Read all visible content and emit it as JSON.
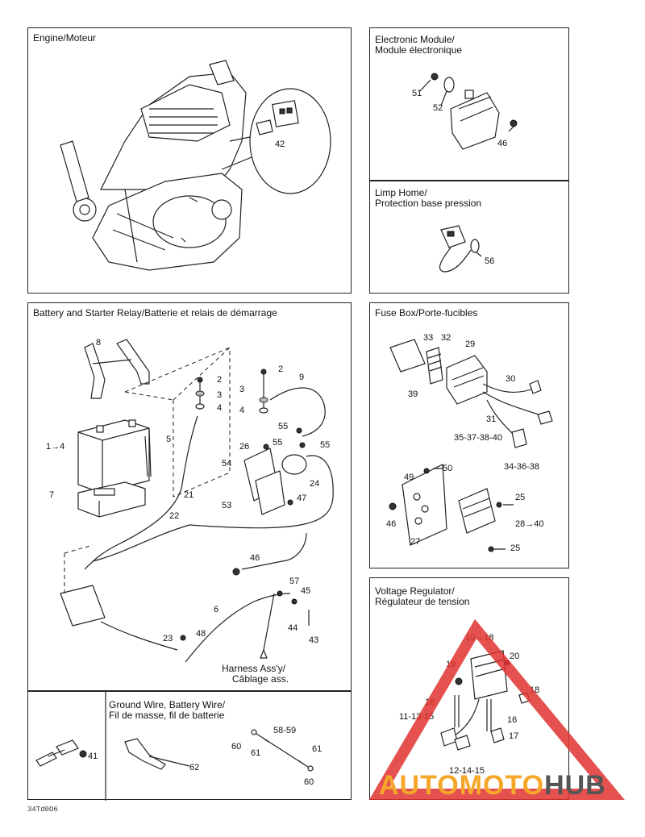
{
  "panels": {
    "engine": {
      "title": "Engine/Moteur",
      "labels": [
        "42"
      ]
    },
    "electronic_module": {
      "title_line1": "Electronic Module/",
      "title_line2": "Module électronique",
      "labels": [
        "51",
        "52",
        "46"
      ]
    },
    "limp_home": {
      "title_line1": "Limp Home/",
      "title_line2": "Protection base pression",
      "labels": [
        "56"
      ]
    },
    "battery": {
      "title": "Battery and Starter Relay/Batterie et relais de démarrage",
      "labels": [
        "8",
        "2",
        "3",
        "4",
        "2",
        "9",
        "3",
        "4",
        "5",
        "1→4",
        "55",
        "26",
        "55",
        "55",
        "7",
        "54",
        "24",
        "21",
        "53",
        "47",
        "22",
        "46",
        "57",
        "45",
        "6",
        "44",
        "23",
        "48",
        "43"
      ],
      "harness_line1": "Harness Ass'y/",
      "harness_line2": "Câblage ass."
    },
    "fuse_box": {
      "title": "Fuse Box/Porte-fucibles",
      "labels": [
        "33",
        "32",
        "29",
        "30",
        "39",
        "31",
        "35-37-38-40",
        "34-36-38",
        "50",
        "49",
        "25",
        "46",
        "28→40",
        "27",
        "25"
      ]
    },
    "voltage_regulator": {
      "title_line1": "Voltage Regulator/",
      "title_line2": "Régulateur de tension",
      "labels": [
        "10→18",
        "20",
        "19",
        "18",
        "18",
        "11-13-15",
        "16",
        "17",
        "12-14-15"
      ]
    },
    "ground_wire": {
      "title_line1": "Ground Wire, Battery Wire/",
      "title_line2": "Fil de masse, fil de batterie",
      "labels": [
        "41",
        "62",
        "58-59",
        "60",
        "61",
        "61",
        "60"
      ]
    }
  },
  "doc_code": "34Td0O6",
  "watermark": {
    "part1": "AUTOMOTO",
    "part2": "HUB"
  },
  "colors": {
    "watermark_orange": "#f5a72a",
    "watermark_gray": "#555555",
    "watermark_red": "#e0322f"
  }
}
